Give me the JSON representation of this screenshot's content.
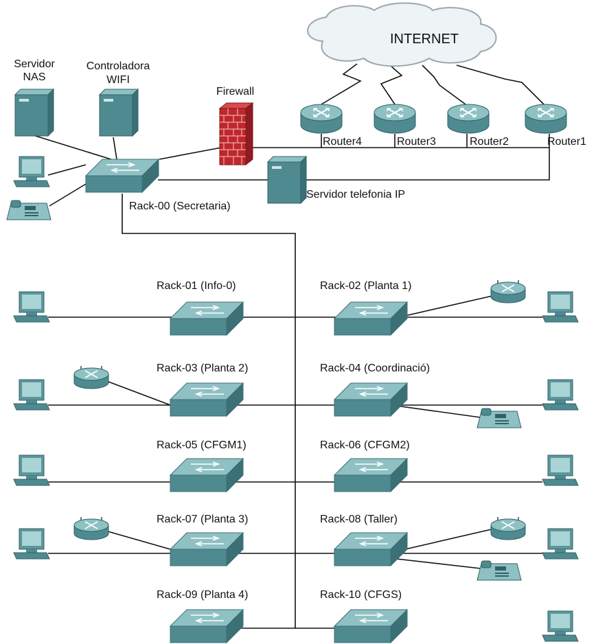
{
  "internet": {
    "label": "INTERNET"
  },
  "servers": {
    "nas": [
      "Servidor",
      "NAS"
    ],
    "wifi_controller": [
      "Controladora",
      "WIFI"
    ],
    "firewall": "Firewall",
    "ip_telephony": "Servidor telefonia IP"
  },
  "routers": [
    "Router4",
    "Router3",
    "Router2",
    "Router1"
  ],
  "racks": [
    "Rack-00 (Secretaria)",
    "Rack-01 (Info-0)",
    "Rack-02 (Planta 1)",
    "Rack-03 (Planta 2)",
    "Rack-04 (Coordinació)",
    "Rack-05 (CFGM1)",
    "Rack-06 (CFGM2)",
    "Rack-07 (Planta 3)",
    "Rack-08 (Taller)",
    "Rack-09 (Planta 4)",
    "Rack-10 (CFGS)"
  ],
  "colors": {
    "device": "#4f8a91",
    "device_top": "#7fb4b8",
    "device_dark": "#2f6268",
    "firewall": "#c0272d",
    "cloud": "#eef3f6",
    "line": "#111111"
  }
}
